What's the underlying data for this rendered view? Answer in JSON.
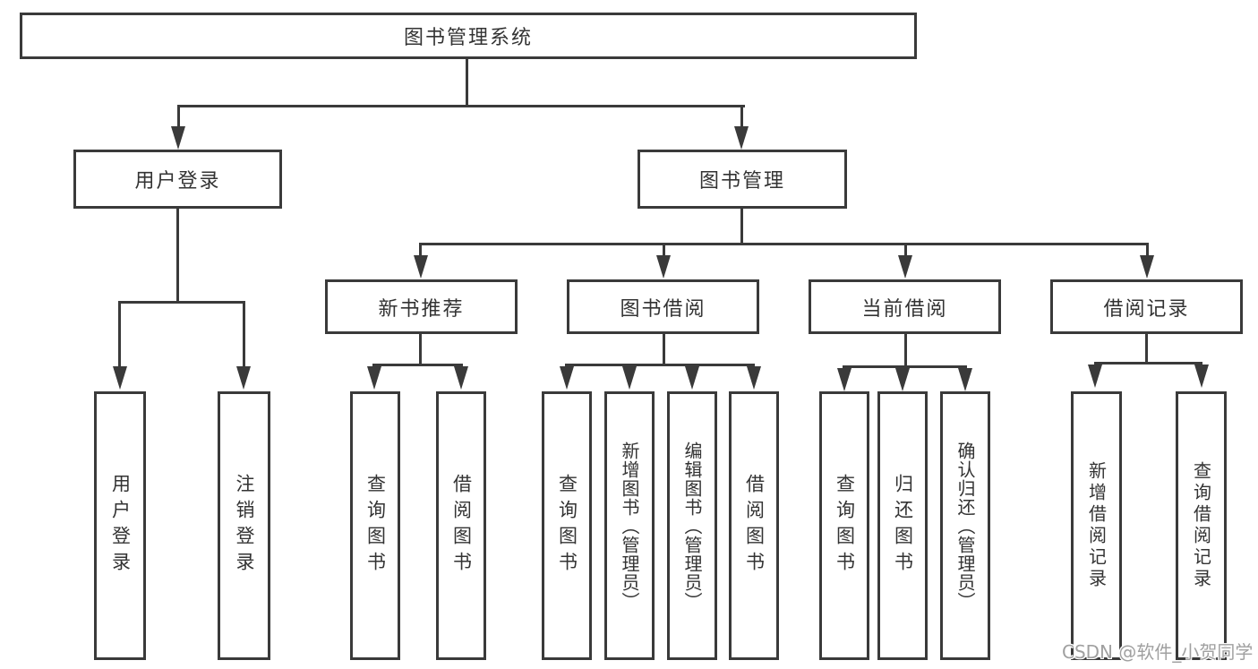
{
  "root": {
    "label": "图书管理系统"
  },
  "level2": {
    "user_login": {
      "label": "用户登录"
    },
    "book_management": {
      "label": "图书管理"
    }
  },
  "level3": {
    "new_book": {
      "label": "新书推荐"
    },
    "book_borrow": {
      "label": "图书借阅"
    },
    "current_borrow": {
      "label": "当前借阅"
    },
    "borrow_records": {
      "label": "借阅记录"
    }
  },
  "leaves": {
    "user_login": [
      "用户登录",
      "注销登录"
    ],
    "new_book": [
      "查询图书",
      "借阅图书"
    ],
    "book_borrow": [
      "查询图书",
      "新增图书（管理员）",
      "编辑图书（管理员）",
      "借阅图书"
    ],
    "current_borrow": [
      "查询图书",
      "归还图书",
      "确认归还（管理员）"
    ],
    "borrow_records": [
      "新增借阅记录",
      "查询借阅记录"
    ]
  },
  "watermark": {
    "text": "CSDN @软件_小贺同学"
  },
  "colors": {
    "line": "#3a3a3a",
    "text": "#333333",
    "watermark": "#a0a0a0",
    "background": "#ffffff"
  }
}
